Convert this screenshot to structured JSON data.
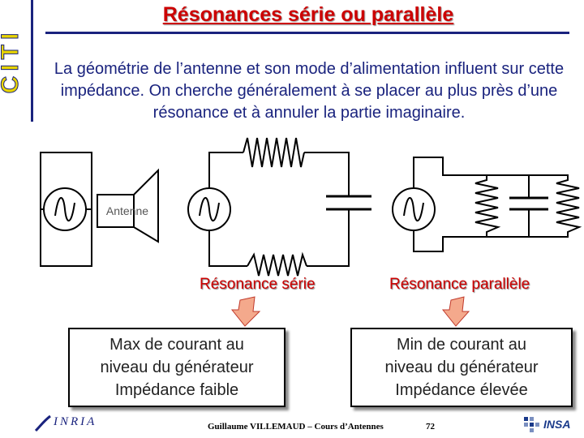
{
  "header": {
    "side_logo_text": "CITI",
    "title": "Résonances série ou parallèle"
  },
  "intro_text": "La géométrie de l’antenne et son mode d’alimentation influent sur cette impédance. On cherche généralement à se placer au plus près d’une résonance et à annuler la partie imaginaire.",
  "diagram": {
    "antenna_label": "Antenne",
    "series_label": "Résonance série",
    "parallel_label": "Résonance parallèle"
  },
  "boxes": {
    "series": [
      "Max de courant au",
      "niveau du générateur",
      "Impédance faible"
    ],
    "parallel": [
      "Min de courant au",
      "niveau du générateur",
      "Impédance élevée"
    ]
  },
  "footer": {
    "author": "Guillaume VILLEMAUD – Cours d’Antennes",
    "page": "72",
    "left_logo": "INRIA",
    "right_logo": "INSA"
  },
  "colors": {
    "title": "#cc0000",
    "text": "#1a237e",
    "arrow_fill": "#f4a98c"
  }
}
